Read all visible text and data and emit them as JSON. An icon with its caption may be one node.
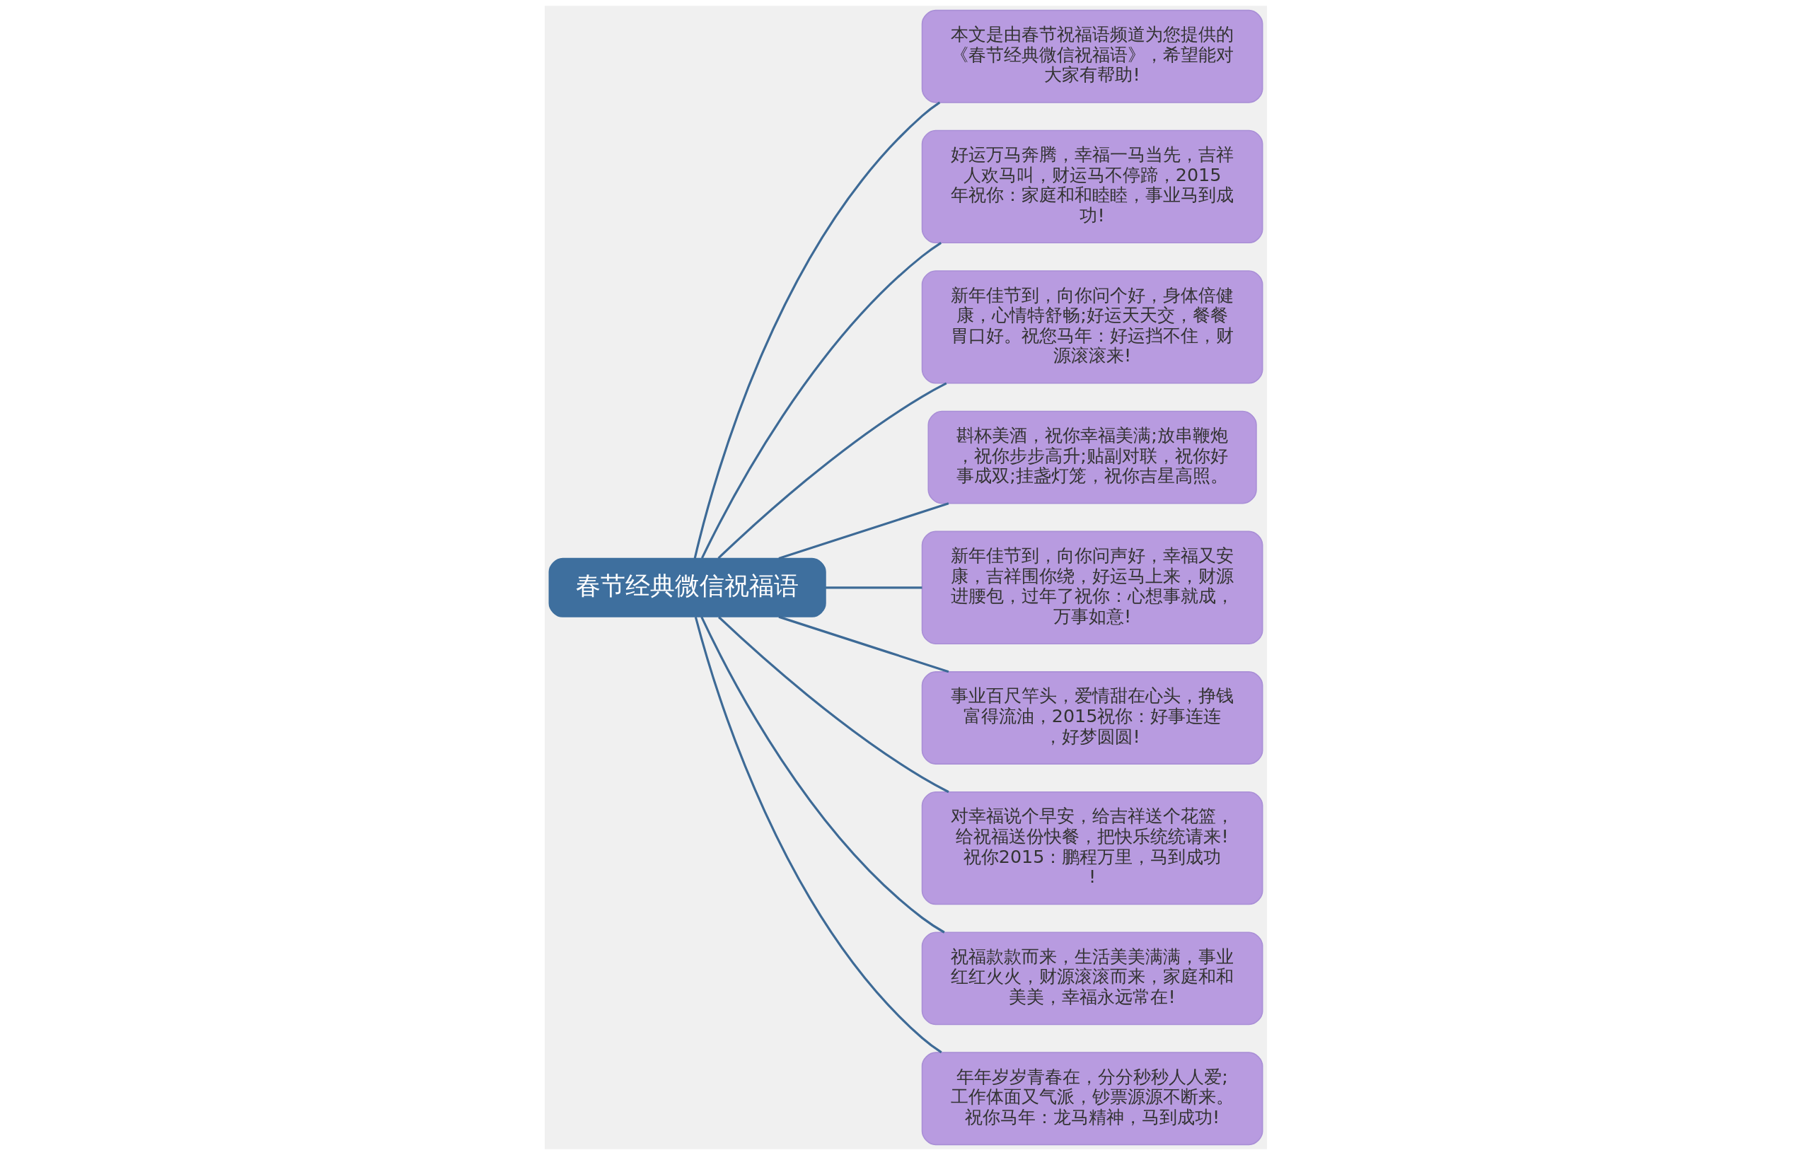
{
  "diagram": {
    "nodes": [
      {
        "text": [
          "春节经典微信祝福语"
        ]
      },
      {
        "text": [
          "本文是由春节祝福语频道为您提供的《春节经典微信祝福语》，希望能对大家有帮助!"
        ]
      },
      {
        "text": [
          "好运万马奔腾，幸福一马当先，吉祥人欢马叫，财运马不停蹄，2015年祝你：家庭和和睦睦，事业马到成功!"
        ]
      },
      {
        "text": [
          "新年佳节到，向你问个好，身体倍健康，心情特舒畅;好运天天交，餐餐胃口好。祝您马年：好运挡不住，财源滚滚来!"
        ]
      },
      {
        "text": [
          "斟杯美酒，祝你幸福美满;放串鞭炮，祝你步步高升;贴副对联，祝你好事成双;挂盏灯笼，祝你吉星高照。"
        ]
      },
      {
        "text": [
          "新年佳节到，向你问声好，幸福又安康，吉祥围你绕，好运马上来，财源进腰包，过年了祝你：心想事就成，万事如意!"
        ]
      },
      {
        "text": [
          "事业百尺竿头，爱情甜在心头，挣钱富得流油，2015祝你：好事连连，好梦圆圆!"
        ]
      },
      {
        "text": [
          "对幸福说个早安，给吉祥送个花篮，给祝福送份快餐，把快乐统统请来!祝你2015：鹏程万里，马到成功!"
        ]
      },
      {
        "text": [
          "祝福款款而来，生活美美满满，事业红红火火，财源滚滚而来，家庭和和美美，幸福永远常在!"
        ]
      },
      {
        "text": [
          "年年岁岁青春在，分分秒秒人人爱;工作体面又气派，钞票源源不断来。祝你马年：龙马精神，马到成功!"
        ]
      }
    ],
    "edges": [
      {
        "from": 0,
        "to": 1,
        "arrow": "none"
      },
      {
        "from": 0,
        "to": 2,
        "arrow": "none"
      },
      {
        "from": 0,
        "to": 3,
        "arrow": "none"
      },
      {
        "from": 0,
        "to": 4,
        "arrow": "none"
      },
      {
        "from": 0,
        "to": 5,
        "arrow": "none"
      },
      {
        "from": 0,
        "to": 6,
        "arrow": "none"
      },
      {
        "from": 0,
        "to": 7,
        "arrow": "none"
      },
      {
        "from": 0,
        "to": 8,
        "arrow": "none"
      },
      {
        "from": 0,
        "to": 9,
        "arrow": "none"
      }
    ]
  }
}
